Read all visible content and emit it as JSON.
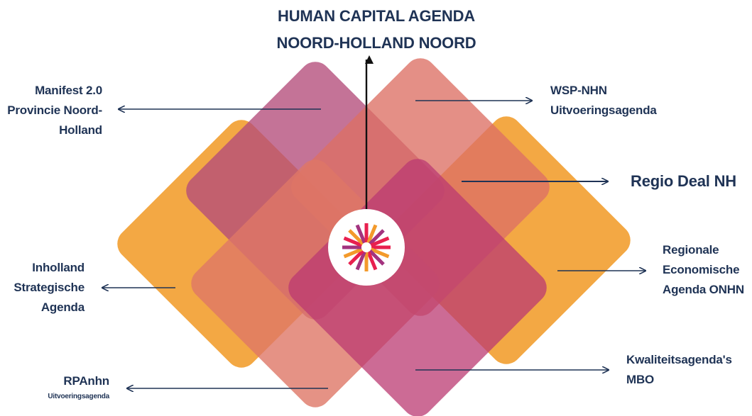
{
  "title": {
    "line1": "HUMAN CAPITAL AGENDA",
    "line2": "NOORD-HOLLAND NOORD"
  },
  "colors": {
    "text": "#1f3355",
    "orange": "#f2a33a",
    "coral": "#e07a6b",
    "mauve": "#b34b7a",
    "magenta": "#c0306b",
    "logo_accent_1": "#e8204f",
    "logo_accent_2": "#f39a2b",
    "logo_accent_3": "#a3337f"
  },
  "labels": {
    "manifest": {
      "line1": "Manifest 2.0",
      "line2": "Provincie Noord-",
      "line3": "Holland"
    },
    "wsp": {
      "line1": "WSP-NHN",
      "line2": "Uitvoeringsagenda"
    },
    "regio_deal": {
      "text": "Regio Deal NH"
    },
    "regionale": {
      "line1": "Regionale",
      "line2": "Economische",
      "line3": "Agenda ONHN"
    },
    "inholland": {
      "line1": "Inholland",
      "line2": "Strategische",
      "line3": "Agenda"
    },
    "kwaliteit": {
      "line1": "Kwaliteitsagenda's",
      "line2": "MBO"
    },
    "rpanhn": {
      "line1": "RPAnhn",
      "line2": "Uitvoeringsagenda"
    }
  },
  "center_icon": "starburst-logo-icon"
}
